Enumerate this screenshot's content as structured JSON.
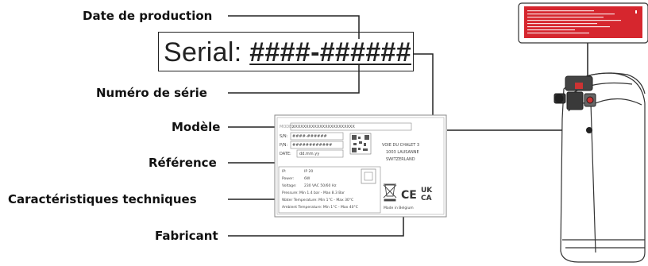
{
  "callouts": {
    "production_date": "Date de production",
    "serial_number": "Numéro de série",
    "model": "Modèle",
    "reference": "Référence",
    "tech_specs": "Caractéristiques techniques",
    "manufacturer": "Fabricant"
  },
  "serial": {
    "prefix": "Serial:",
    "code": "####-######"
  },
  "label": {
    "model_key": "MODEL",
    "model_val": "XXXXXXXXXXXXXXXXXXXXXXX",
    "sn_key": "S/N:",
    "sn_val": "####-######",
    "pn_key": "P/N:",
    "pn_val": "############",
    "date_key": "DATE:",
    "date_val": "dd.mm.yy",
    "maker_line1": "VOIE DU CHALET 3",
    "maker_line2": "1003 LAUSANNE",
    "maker_line3": "SWITZERLAND",
    "spec_ip": "IP:",
    "spec_ip_val": "IP 20",
    "spec_power": "Power:",
    "spec_power_val": "6W",
    "spec_voltage": "Voltage:",
    "spec_voltage_val": "230 VAC 50/60 Hz",
    "spec_pressure": "Pressure:",
    "spec_pressure_val": "Min 1.4 bar - Max 8.3 Bar",
    "spec_water": "Water Temperature: Min 1°C - Max 30°C",
    "spec_ambient": "Ambient Temperature: Min 1°C - Max 40°C",
    "ce": "CE",
    "ukca_top": "UK",
    "ukca_bottom": "CA",
    "made_in": "Made in Belgium"
  },
  "colors": {
    "line": "#222222",
    "label_border": "#888888",
    "warning_red": "#d6262e"
  }
}
